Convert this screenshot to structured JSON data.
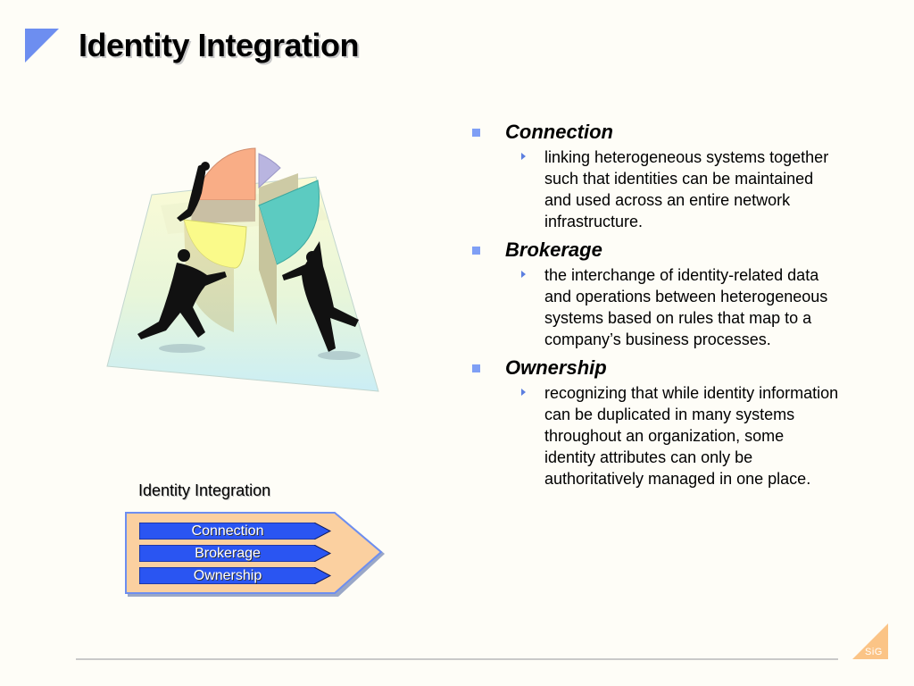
{
  "slide": {
    "title": "Identity Integration"
  },
  "diagram": {
    "title": "Identity Integration",
    "items": [
      "Connection",
      "Brokerage",
      "Ownership"
    ]
  },
  "bullets": [
    {
      "title": "Connection",
      "detail": "linking heterogeneous systems together such that identities can be maintained and used across an entire network infrastructure."
    },
    {
      "title": "Brokerage",
      "detail": "the interchange of identity-related data and operations between heterogeneous systems based on rules that map to a company’s business processes."
    },
    {
      "title": "Ownership",
      "detail": "recognizing that while identity information can be duplicated in many systems throughout an organization, some identity attributes can only be authoritatively managed in one place."
    }
  ],
  "footer": {
    "logo_text": "SiG"
  },
  "colors": {
    "accent_blue": "#5c7fe0",
    "bar_blue": "#2a55f2",
    "chevron_fill": "#fbd0a0",
    "background": "#fefdf7"
  },
  "icons": [
    "title-triangle-icon",
    "bullet-square-icon",
    "sub-arrow-icon",
    "sig-logo-icon"
  ]
}
